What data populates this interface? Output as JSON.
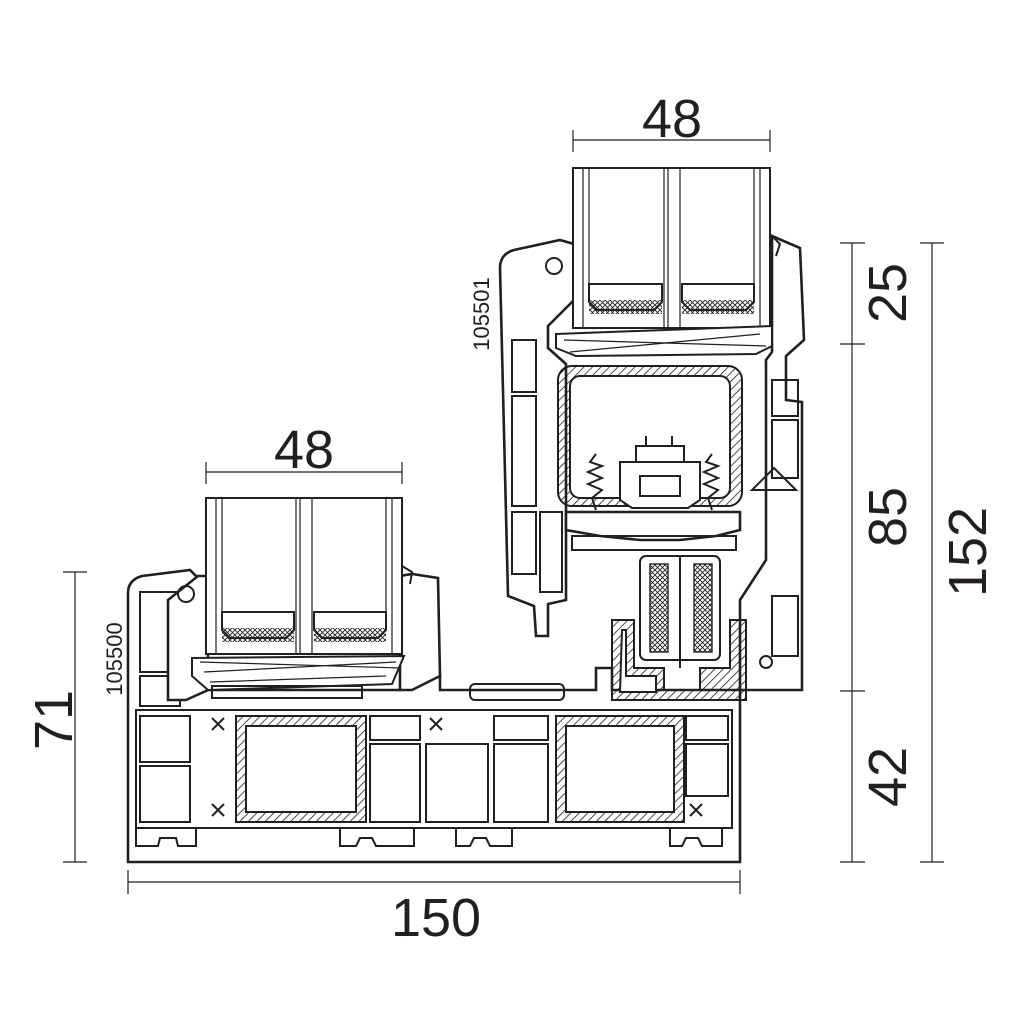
{
  "drawing": {
    "dimensions": {
      "sash_top_width": "48",
      "sash_left_width": "48",
      "right_segment_top": "25",
      "right_segment_middle": "85",
      "right_segment_bottom": "42",
      "right_total": "152",
      "left_height": "71",
      "bottom_width": "150"
    },
    "profile_codes": {
      "upper_profile": "105501",
      "lower_profile": "105500"
    }
  },
  "colors": {
    "line": "#231f20",
    "hatch": "#231f20",
    "background": "#ffffff"
  }
}
